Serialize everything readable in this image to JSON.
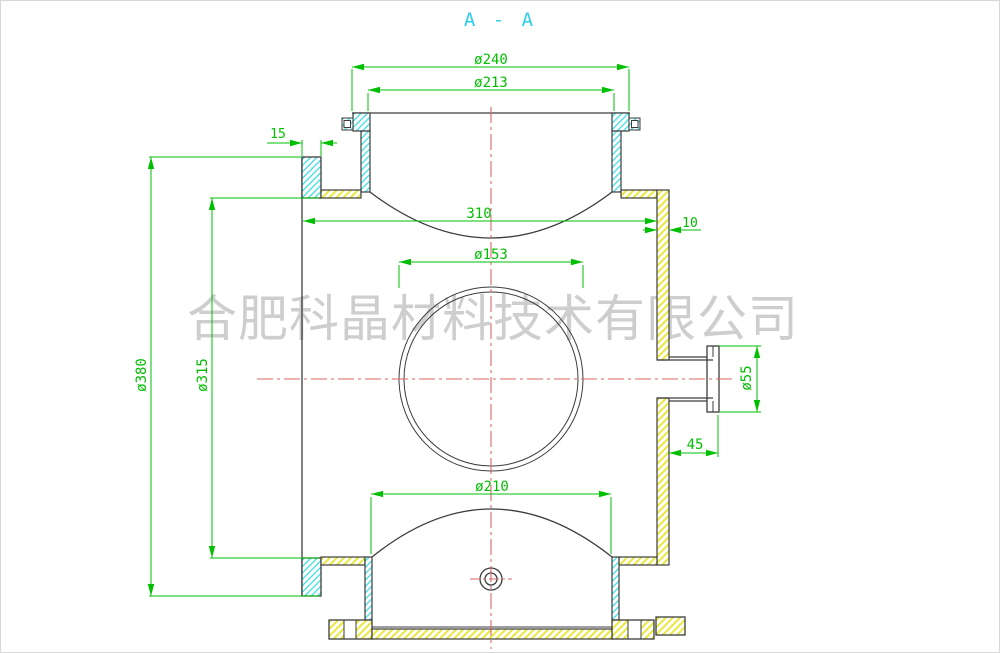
{
  "title": {
    "text": "A - A"
  },
  "watermark": {
    "text": "合肥科晶材料技术有限公司"
  },
  "dimensions": {
    "top_flange_od": "ø240",
    "top_port_id": "ø213",
    "door_flange_thickness": "15",
    "chamber_inner_width": "310",
    "wall_thickness": "10",
    "viewport_diameter": "ø153",
    "chamber_od": "ø380",
    "chamber_id": "ø315",
    "side_port_diameter": "ø55",
    "side_port_length": "45",
    "bottom_port_id": "ø210"
  },
  "colors": {
    "dimension_green": "#00bf00",
    "centerline_red": "#dd6666",
    "outline_black": "#3c3c3c",
    "hatch_cyan": "#3fdce2",
    "hatch_yellow": "#e9e73c",
    "title_cyan": "#2ed0ee",
    "watermark_gray": "#c6c6c6",
    "background": "#ffffff"
  }
}
